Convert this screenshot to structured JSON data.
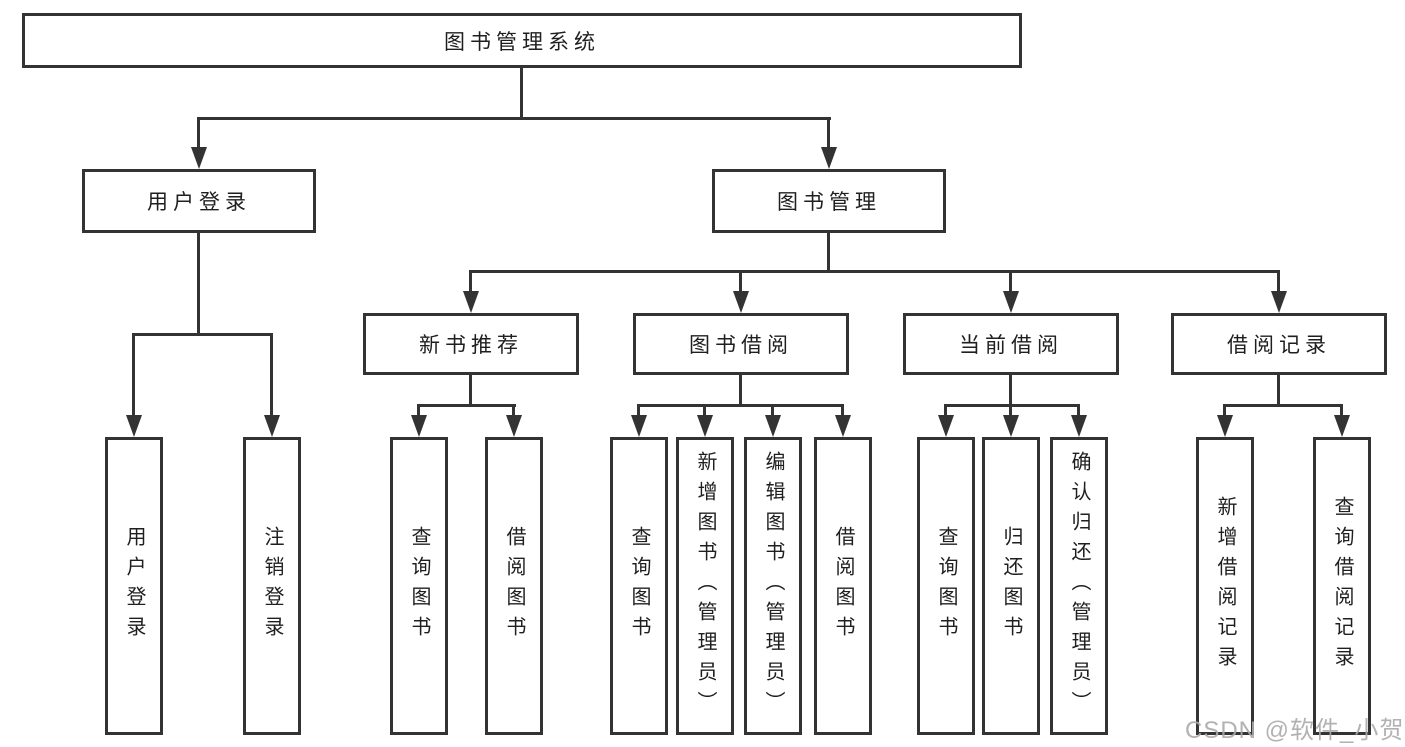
{
  "diagram": {
    "title": "图书管理系统",
    "watermark": "CSDN @软件_小贺同学",
    "colors": {
      "line": "#333333",
      "text": "#1f1f1f",
      "background": "#ffffff",
      "watermark": "#aaaaaa"
    },
    "nodes": {
      "root": {
        "label": "图书管理系统"
      },
      "user_login": {
        "label": "用户登录"
      },
      "book_mgmt": {
        "label": "图书管理"
      },
      "new_book_rec": {
        "label": "新书推荐"
      },
      "book_borrow": {
        "label": "图书借阅"
      },
      "current_borrow": {
        "label": "当前借阅"
      },
      "borrow_records": {
        "label": "借阅记录"
      },
      "leaf_user_login": {
        "label": "用户登录"
      },
      "leaf_logout": {
        "label": "注销登录"
      },
      "leaf_nbr_query": {
        "label": "查询图书"
      },
      "leaf_nbr_borrow": {
        "label": "借阅图书"
      },
      "leaf_bb_query": {
        "label": "查询图书"
      },
      "leaf_bb_add": {
        "label": "新增图书（管理员）"
      },
      "leaf_bb_edit": {
        "label": "编辑图书（管理员）"
      },
      "leaf_bb_borrow": {
        "label": "借阅图书"
      },
      "leaf_cb_query": {
        "label": "查询图书"
      },
      "leaf_cb_return": {
        "label": "归还图书"
      },
      "leaf_cb_confirm": {
        "label": "确认归还（管理员）"
      },
      "leaf_br_add": {
        "label": "新增借阅记录"
      },
      "leaf_br_query": {
        "label": "查询借阅记录"
      }
    }
  }
}
